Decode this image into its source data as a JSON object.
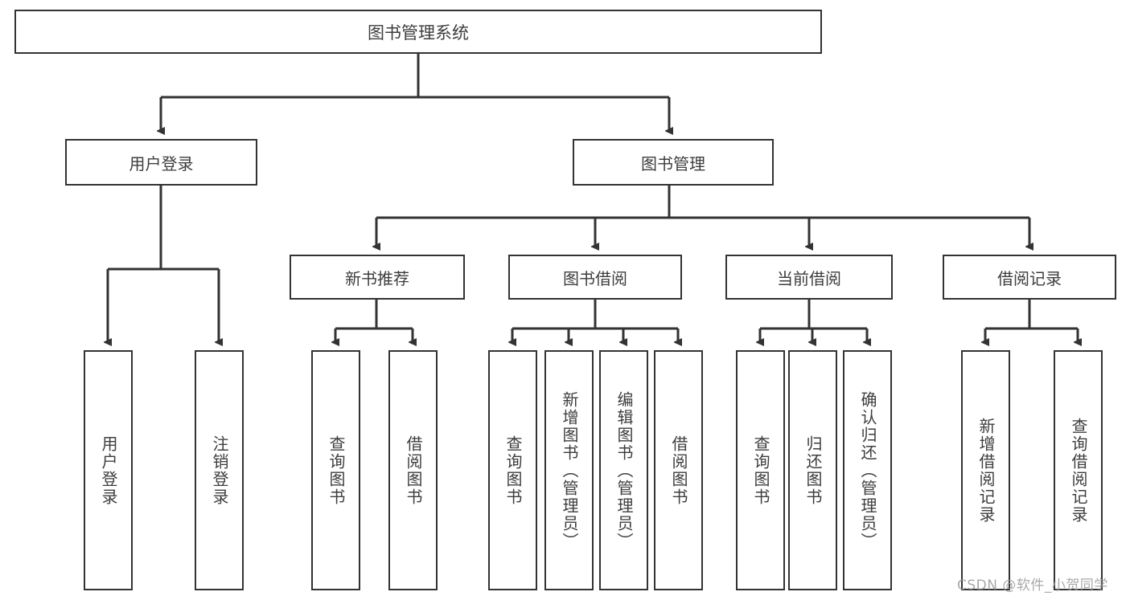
{
  "diagram": {
    "title": "图书管理系统",
    "type": "tree",
    "colors": {
      "box_border": "#333333",
      "box_fill": "#ffffff",
      "text": "#3d3d3d",
      "edge": "#333333",
      "watermark": "#9a9a9a"
    },
    "nodes": {
      "root": {
        "label": "图书管理系统"
      },
      "level2": [
        {
          "label": "用户登录"
        },
        {
          "label": "图书管理"
        }
      ],
      "level3": [
        {
          "label": "新书推荐"
        },
        {
          "label": "图书借阅"
        },
        {
          "label": "当前借阅"
        },
        {
          "label": "借阅记录"
        }
      ],
      "leaves": [
        {
          "label": "用户登录",
          "parent": "用户登录"
        },
        {
          "label": "注销登录",
          "parent": "用户登录"
        },
        {
          "label": "查询图书",
          "parent": "新书推荐"
        },
        {
          "label": "借阅图书",
          "parent": "新书推荐"
        },
        {
          "label": "查询图书",
          "parent": "图书借阅"
        },
        {
          "label": "新增图书（管理员）",
          "parent": "图书借阅"
        },
        {
          "label": "编辑图书（管理员）",
          "parent": "图书借阅"
        },
        {
          "label": "借阅图书",
          "parent": "图书借阅"
        },
        {
          "label": "查询图书",
          "parent": "当前借阅"
        },
        {
          "label": "归还图书",
          "parent": "当前借阅"
        },
        {
          "label": "确认归还（管理员）",
          "parent": "当前借阅"
        },
        {
          "label": "新增借阅记录",
          "parent": "借阅记录"
        },
        {
          "label": "查询借阅记录",
          "parent": "借阅记录"
        }
      ]
    }
  },
  "watermark": {
    "text": "CSDN @软件_小贺同学"
  }
}
